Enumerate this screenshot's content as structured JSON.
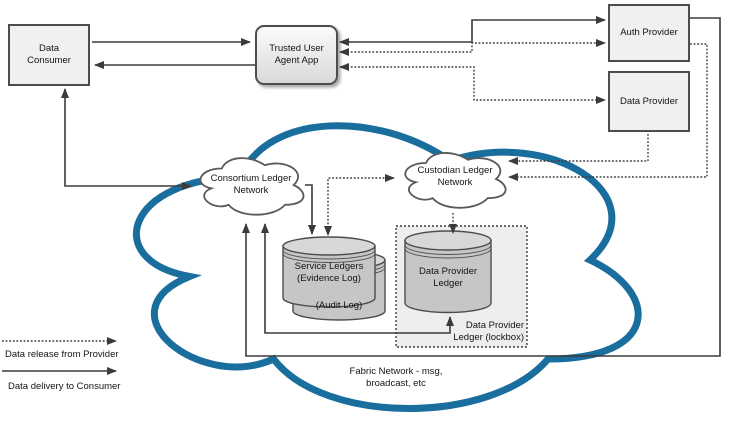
{
  "nodes": {
    "data_consumer": {
      "label": "Data\nConsumer"
    },
    "trusted_user_agent": {
      "label": "Trusted User\nAgent App"
    },
    "auth_provider": {
      "label": "Auth Provider"
    },
    "data_provider": {
      "label": "Data Provider"
    },
    "consortium_ledger": {
      "label": "Consortium Ledger\nNetwork"
    },
    "custodian_ledger": {
      "label": "Custodian Ledger\nNetwork"
    },
    "service_ledgers": {
      "label": "Service Ledgers\n(Evidence Log)"
    },
    "audit_log": {
      "label": "(Audit Log)"
    },
    "data_provider_ledger": {
      "label": "Data  Provider\nLedger"
    },
    "lockbox": {
      "label": "Data Provider\nLedger (lockbox)"
    },
    "fabric_note": {
      "label": "Fabric Network - msg,\nbroadcast, etc"
    }
  },
  "legend": {
    "release_label": "Data release from Provider",
    "delivery_label": "Data delivery to Consumer"
  },
  "edges": [
    {
      "from": "data_consumer",
      "to": "trusted_user_agent",
      "style": "solid",
      "arrows": "forward"
    },
    {
      "from": "trusted_user_agent",
      "to": "data_consumer",
      "style": "solid",
      "arrows": "forward"
    },
    {
      "from": "data_consumer",
      "to": "consortium_ledger",
      "style": "solid",
      "arrows": "both"
    },
    {
      "from": "trusted_user_agent",
      "to": "auth_provider",
      "style": "solid",
      "arrows": "both"
    },
    {
      "from": "trusted_user_agent",
      "to": "auth_provider",
      "style": "dotted",
      "arrows": "both"
    },
    {
      "from": "trusted_user_agent",
      "to": "data_provider",
      "style": "dotted",
      "arrows": "both"
    },
    {
      "from": "data_provider",
      "to": "custodian_ledger",
      "style": "dotted",
      "arrows": "forward"
    },
    {
      "from": "auth_provider",
      "to": "custodian_ledger",
      "style": "dotted",
      "arrows": "forward"
    },
    {
      "from": "auth_provider",
      "to": "consortium_ledger",
      "style": "solid",
      "arrows": "forward"
    },
    {
      "from": "consortium_ledger",
      "to": "data_provider_ledger",
      "style": "solid",
      "arrows": "both"
    },
    {
      "from": "consortium_ledger",
      "to": "service_ledgers",
      "style": "solid",
      "arrows": "forward"
    },
    {
      "from": "service_ledgers",
      "to": "custodian_ledger",
      "style": "dotted",
      "arrows": "both"
    },
    {
      "from": "custodian_ledger",
      "to": "data_provider_ledger",
      "style": "dotted",
      "arrows": "forward"
    }
  ],
  "colors": {
    "fabric_cloud_stroke": "#1a6e9d",
    "box_fill": "#f0f0f0",
    "box_border": "#4d4d4d",
    "cylinder_body": "#c6c6c6",
    "cylinder_top": "#d8d8d8",
    "lockbox_fill": "#ededed",
    "line": "#3b3b3b"
  }
}
